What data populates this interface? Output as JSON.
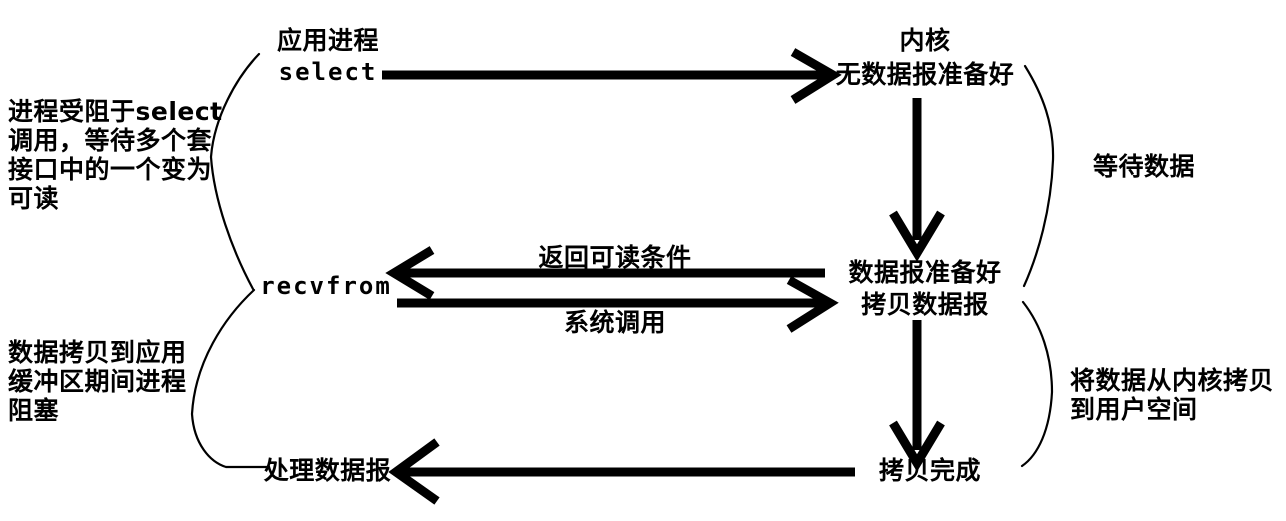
{
  "diagram": {
    "title": "IO multiplexing (select) sequence diagram",
    "columns": {
      "application": {
        "header": "应用进程",
        "calls": [
          {
            "id": "select",
            "label": "select"
          },
          {
            "id": "recvfrom",
            "label": "recvfrom"
          },
          {
            "id": "process",
            "label": "处理数据报"
          }
        ]
      },
      "kernel": {
        "header": "内核",
        "states": [
          {
            "id": "no-datagram",
            "label": "无数据报准备好"
          },
          {
            "id": "datagram-ready-line1",
            "label": "数据报准备好"
          },
          {
            "id": "datagram-ready-line2",
            "label": "拷贝数据报"
          },
          {
            "id": "copy-complete",
            "label": "拷贝完成"
          }
        ]
      }
    },
    "arrows": [
      {
        "id": "select-call",
        "label": "",
        "direction": "right"
      },
      {
        "id": "return-readable",
        "label": "返回可读条件",
        "direction": "left"
      },
      {
        "id": "syscall",
        "label": "系统调用",
        "direction": "right"
      },
      {
        "id": "copy-done-return",
        "label": "",
        "direction": "left"
      }
    ],
    "annotations": {
      "left_top": "进程受阻于select\n调用，等待多个套\n接口中的一个变为\n可读",
      "left_bottom": "数据拷贝到应用\n缓冲区期间进程\n阻塞",
      "right_top": "等待数据",
      "right_bottom": "将数据从内核拷贝\n到用户空间"
    },
    "colors": {
      "ink": "#000000",
      "background": "#ffffff"
    }
  }
}
